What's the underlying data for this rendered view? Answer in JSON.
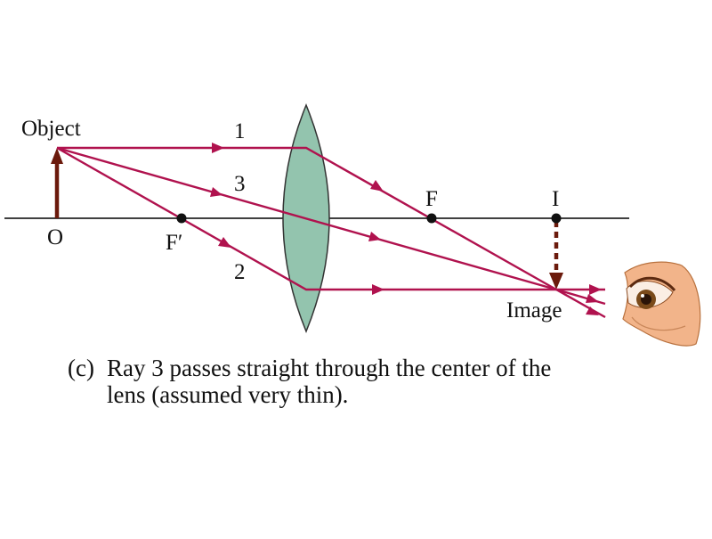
{
  "labels": {
    "object": "Object",
    "object_point": "O",
    "focal_near": "F′",
    "focal_far": "F",
    "image_point": "I",
    "image": "Image",
    "ray1": "1",
    "ray2": "2",
    "ray3": "3"
  },
  "caption": {
    "tag": "(c)",
    "line1": "Ray 3 passes straight through the center of the",
    "line2": "lens (assumed very thin)."
  },
  "colors": {
    "ray": "#b0124e",
    "object_arrow": "#6b1a0c",
    "image_arrow": "#6b1a0c",
    "lens_fill": "#93c4ae",
    "lens_stroke": "#333333",
    "axis": "#000000",
    "eye_skin": "#f2b48a"
  },
  "icons": {
    "eye": "eye-icon"
  }
}
